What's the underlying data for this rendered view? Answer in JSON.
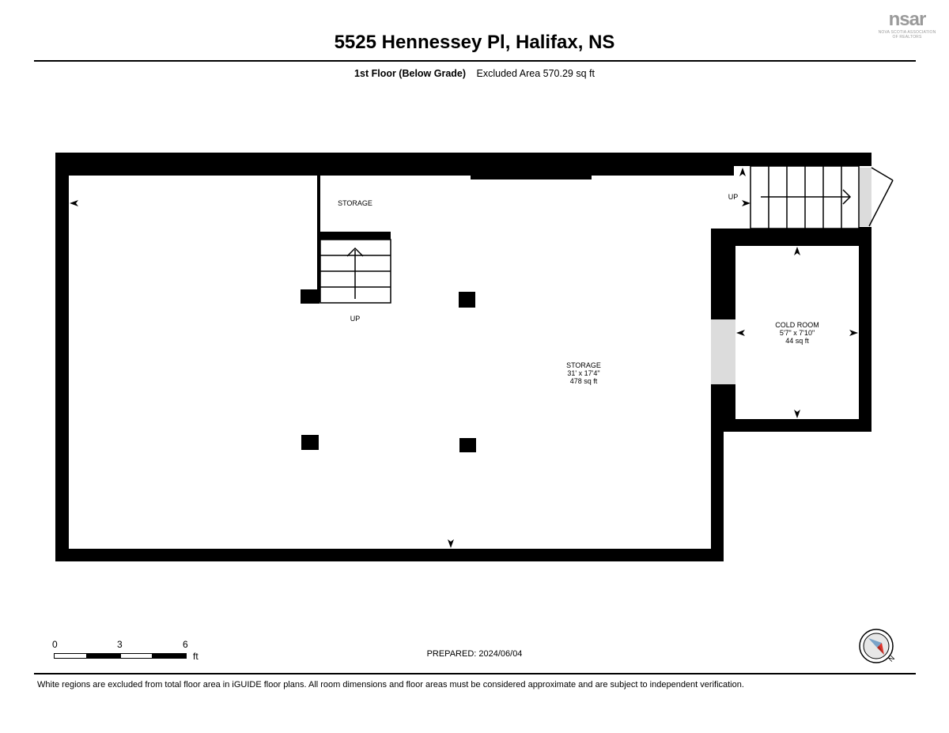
{
  "header": {
    "title": "5525 Hennessey Pl, Halifax, NS",
    "floor_name": "1st Floor (Below Grade)",
    "area_text": "Excluded Area 570.29 sq ft"
  },
  "logo": {
    "mark": "nsar",
    "tagline_1": "NOVA SCOTIA ASSOCIATION",
    "tagline_2": "OF REALTORS"
  },
  "rooms": {
    "storage_small": {
      "name": "STORAGE"
    },
    "stairs_left": {
      "label": "UP"
    },
    "stairs_right": {
      "label": "UP"
    },
    "storage_main": {
      "name": "STORAGE",
      "dimensions": "31' x 17'4\"",
      "area": "478 sq ft"
    },
    "cold_room": {
      "name": "COLD ROOM",
      "dimensions": "5'7\" x 7'10\"",
      "area": "44 sq ft"
    }
  },
  "scale_bar": {
    "ticks": [
      "0",
      "3",
      "6"
    ],
    "unit": "ft"
  },
  "footer": {
    "prepared": "PREPARED: 2024/06/04",
    "disclaimer": "White regions are excluded from total floor area in iGUIDE floor plans. All room dimensions and floor areas must be considered approximate and are subject to independent verification."
  },
  "compass": {
    "label": "N",
    "needle_color": "#e0332b"
  },
  "colors": {
    "wall": "#000000",
    "opening": "#dcdcdc",
    "background": "#ffffff"
  }
}
